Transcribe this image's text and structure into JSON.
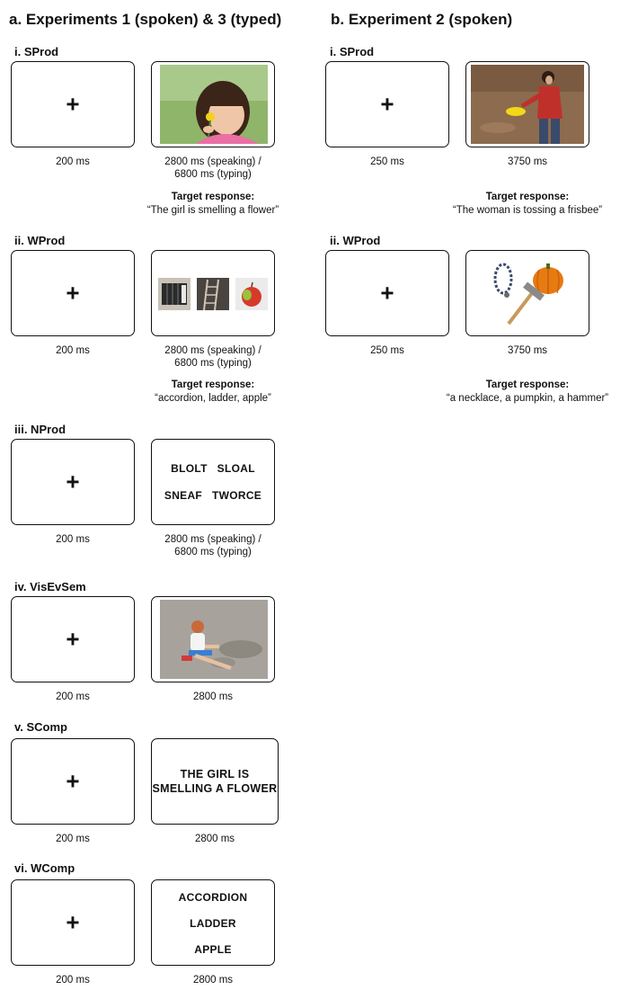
{
  "headings": {
    "a": "a.  Experiments 1 (spoken) & 3 (typed)",
    "b": "b.  Experiment 2 (spoken)"
  },
  "fixation_symbol": "+",
  "a": {
    "sprod": {
      "label": "i. SProd",
      "fix_time": "200 ms",
      "stim_time_1": "2800 ms (speaking) /",
      "stim_time_2": "6800 ms (typing)",
      "target_label": "Target response:",
      "target_text": "“The girl is smelling a flower”"
    },
    "wprod": {
      "label": "ii. WProd",
      "fix_time": "200 ms",
      "stim_time_1": "2800 ms (speaking) /",
      "stim_time_2": "6800 ms (typing)",
      "target_label": "Target response:",
      "target_text": "“accordion, ladder, apple”"
    },
    "nprod": {
      "label": "iii. NProd",
      "fix_time": "200 ms",
      "stim_time_1": "2800 ms (speaking) /",
      "stim_time_2": "6800 ms (typing)",
      "words_row1": "BLOLT   SLOAL",
      "words_row2": "SNEAF   TWORCE"
    },
    "visevsem": {
      "label": "iv. VisEvSem",
      "fix_time": "200 ms",
      "stim_time": "2800 ms"
    },
    "scomp": {
      "label": "v. SComp",
      "fix_time": "200 ms",
      "stim_time": "2800 ms",
      "line1": "THE GIRL IS",
      "line2": "SMELLING A FLOWER"
    },
    "wcomp": {
      "label": "vi. WComp",
      "fix_time": "200 ms",
      "stim_time": "2800 ms",
      "word1": "ACCORDION",
      "word2": "LADDER",
      "word3": "APPLE"
    }
  },
  "b": {
    "sprod": {
      "label": "i. SProd",
      "fix_time": "250 ms",
      "stim_time": "3750 ms",
      "target_label": "Target response:",
      "target_text": "“The woman is tossing a frisbee”"
    },
    "wprod": {
      "label": "ii. WProd",
      "fix_time": "250 ms",
      "stim_time": "3750 ms",
      "target_label": "Target response:",
      "target_text": "“a necklace, a pumpkin, a hammer”"
    }
  }
}
